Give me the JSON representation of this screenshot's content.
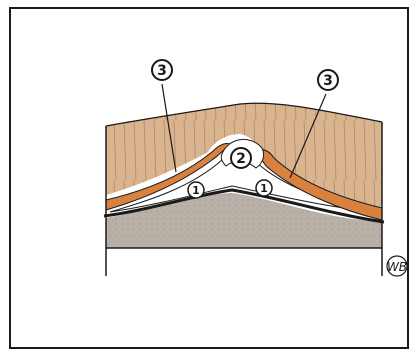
{
  "callouts": [
    {
      "id": "callout-3-left",
      "text": "3"
    },
    {
      "id": "callout-3-right",
      "text": "3"
    },
    {
      "id": "callout-2",
      "text": "2"
    },
    {
      "id": "callout-1-left",
      "text": "1"
    },
    {
      "id": "callout-1-right",
      "text": "1"
    }
  ],
  "signature": "WB",
  "colors": {
    "frame": "#1a1a1a",
    "upper_layer": "#d9b48f",
    "orange_band": "#d9823f",
    "lower_layer": "#b9b0a8",
    "cavity": "#ffffff",
    "ink": "#1a1a1a"
  }
}
